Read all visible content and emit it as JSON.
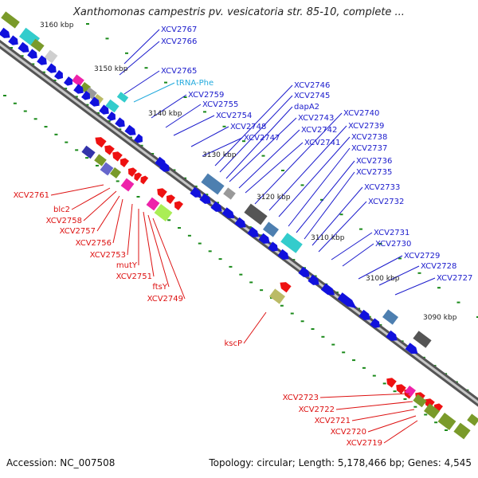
{
  "title": "Xanthomonas campestris pv. vesicatoria str. 85-10, complete ...",
  "accession": "Accession: NC_007508",
  "summary": "Topology: circular; Length: 5,178,466 bp; Genes: 4,545",
  "colors": {
    "forward_gene": "#1111dd",
    "reverse_gene": "#ee1111",
    "trna": "#33cccc",
    "backbone": "#888888",
    "forward_label": "#1a1acc",
    "reverse_label": "#dd1111",
    "trna_label": "#22aadd",
    "ticks": "#1a8a1a"
  },
  "scale_labels": [
    "3160 kbp",
    "3150 kbp",
    "3140 kbp",
    "3130 kbp",
    "3120 kbp",
    "3110 kbp",
    "3100 kbp",
    "3090 kbp"
  ],
  "forward_labels": [
    "XCV2767",
    "XCV2766",
    "XCV2765",
    "tRNA-Phe",
    "XCV2759",
    "XCV2755",
    "XCV2754",
    "XCV2748",
    "XCV2747",
    "XCV2746",
    "XCV2745",
    "dapA2",
    "XCV2743",
    "XCV2742",
    "XCV2741",
    "XCV2740",
    "XCV2739",
    "XCV2738",
    "XCV2737",
    "XCV2736",
    "XCV2735",
    "XCV2733",
    "XCV2732",
    "XCV2731",
    "XCV2730",
    "XCV2729",
    "XCV2728",
    "XCV2727"
  ],
  "reverse_labels": [
    "XCV2761",
    "blc2",
    "XCV2758",
    "XCV2757",
    "XCV2756",
    "XCV2753",
    "mutY",
    "XCV2751",
    "ftsY",
    "XCV2749",
    "kscP",
    "XCV2723",
    "XCV2722",
    "XCV2721",
    "XCV2720",
    "XCV2719"
  ]
}
